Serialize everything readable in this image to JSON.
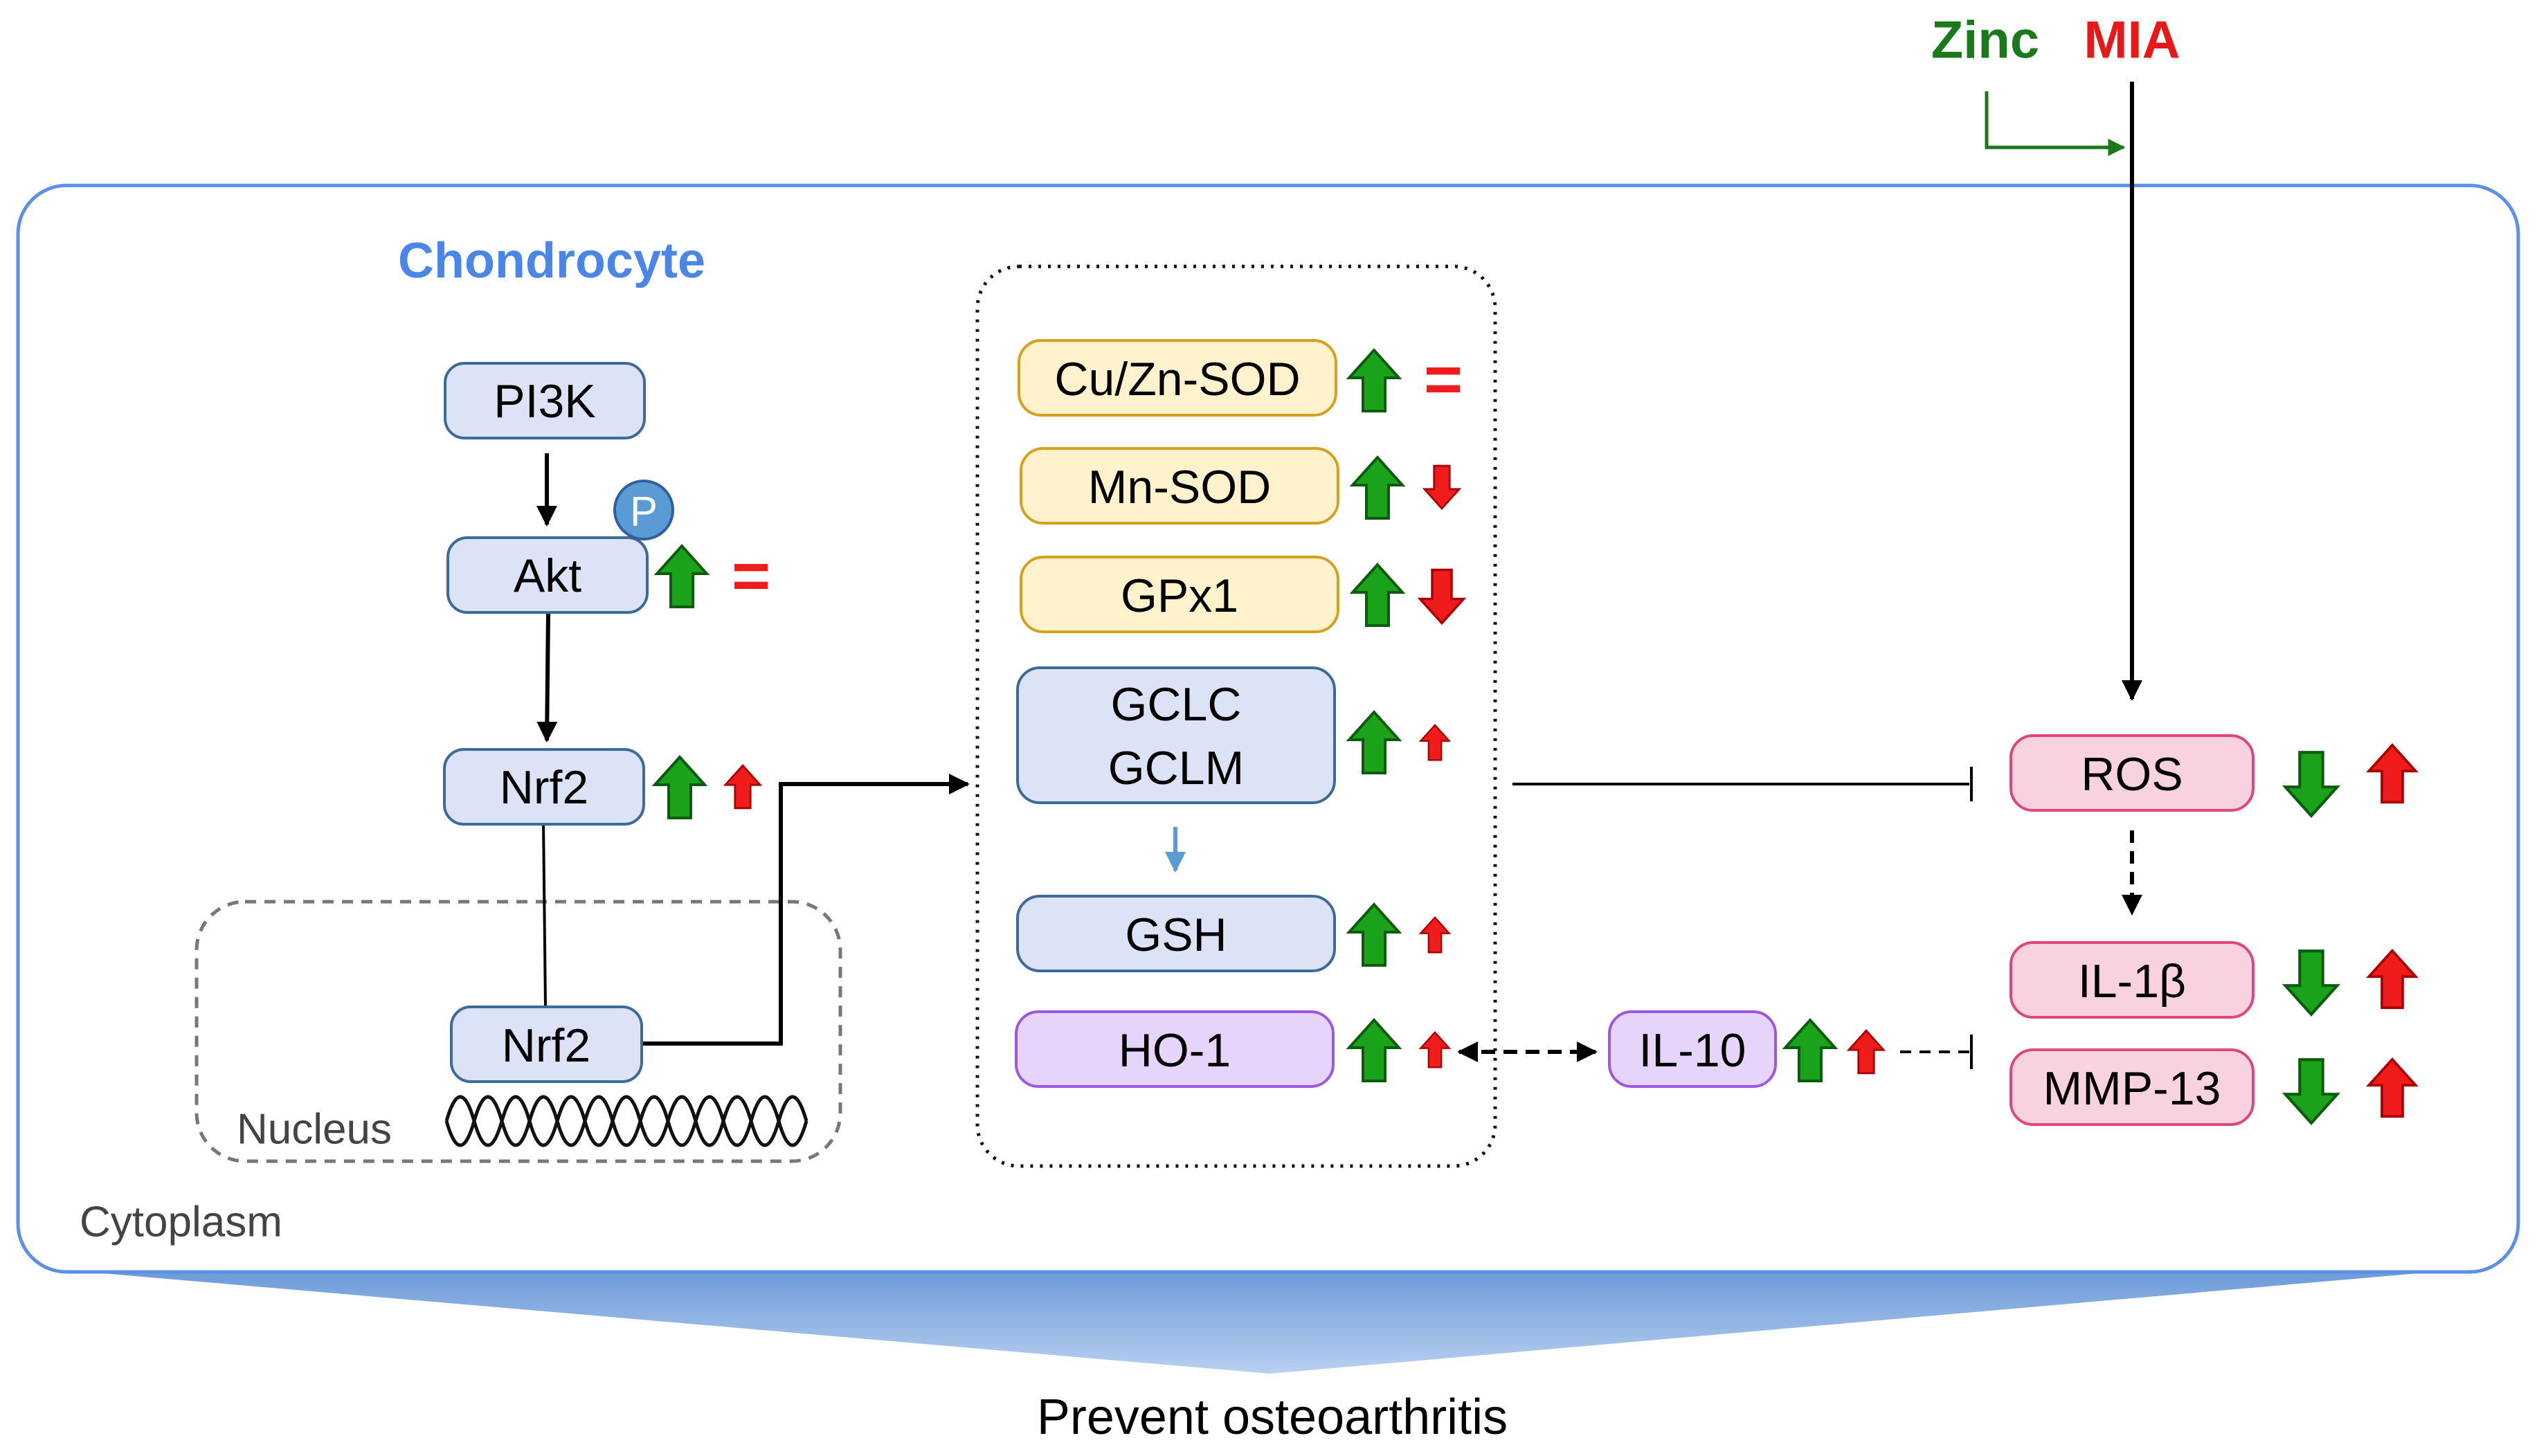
{
  "inputs": {
    "zinc": "Zinc",
    "mia": "MIA"
  },
  "cell": {
    "title": "Chondrocyte",
    "cytoplasm": "Cytoplasm",
    "nucleus": "Nucleus"
  },
  "pathway": {
    "pi3k": "PI3K",
    "akt": "Akt",
    "phospho": "P",
    "nrf2_cyto": "Nrf2",
    "nrf2_nuc": "Nrf2"
  },
  "enzymes": {
    "cuzn_sod": "Cu/Zn-SOD",
    "mn_sod": "Mn-SOD",
    "gpx1": "GPx1",
    "gclc": "GCLC",
    "gclm": "GCLM",
    "gsh": "GSH",
    "ho1": "HO-1"
  },
  "mediators": {
    "il10": "IL-10",
    "ros": "ROS",
    "il1b": "IL-1β",
    "mmp13": "MMP-13"
  },
  "indicators": {
    "equal": "="
  },
  "outcome": "Prevent osteoarthritis",
  "colors": {
    "cell_border": "#5b8fe8",
    "cell_title": "#4a86e8",
    "blue_fill": "#dde3f7",
    "blue_stroke": "#3d6b99",
    "yellow_fill": "#fff2cc",
    "yellow_stroke": "#d6a21e",
    "purple_fill": "#e7d4fa",
    "purple_stroke": "#9b59e0",
    "pink_fill": "#f9d2e0",
    "pink_stroke": "#e0457b",
    "zinc_green": "#1a7a1a",
    "mia_red": "#e81818",
    "arrow_green": "#1aa31a",
    "arrow_red": "#f01c1c"
  }
}
